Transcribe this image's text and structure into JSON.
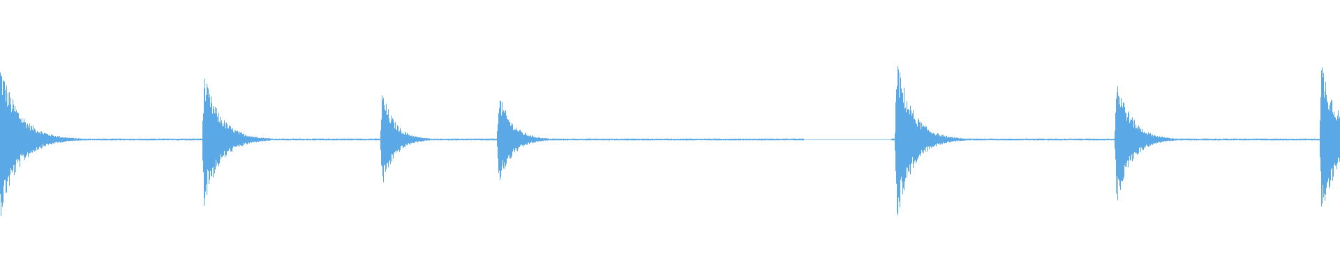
{
  "waveform": {
    "color": "#5aa9e6",
    "background": "#ffffff",
    "baseline_amplitude": 0.012,
    "transients": [
      {
        "time": 0.0,
        "peak": 0.95,
        "decay": 0.045
      },
      {
        "time": 0.152,
        "peak": 0.8,
        "decay": 0.04
      },
      {
        "time": 0.285,
        "peak": 0.6,
        "decay": 0.03
      },
      {
        "time": 0.372,
        "peak": 0.58,
        "decay": 0.032
      },
      {
        "time": 0.669,
        "peak": 1.0,
        "decay": 0.038
      },
      {
        "time": 0.833,
        "peak": 0.8,
        "decay": 0.035
      },
      {
        "time": 0.986,
        "peak": 0.98,
        "decay": 0.04
      }
    ],
    "quiet_segments": [
      {
        "start": 0.6,
        "end": 0.665
      }
    ]
  }
}
